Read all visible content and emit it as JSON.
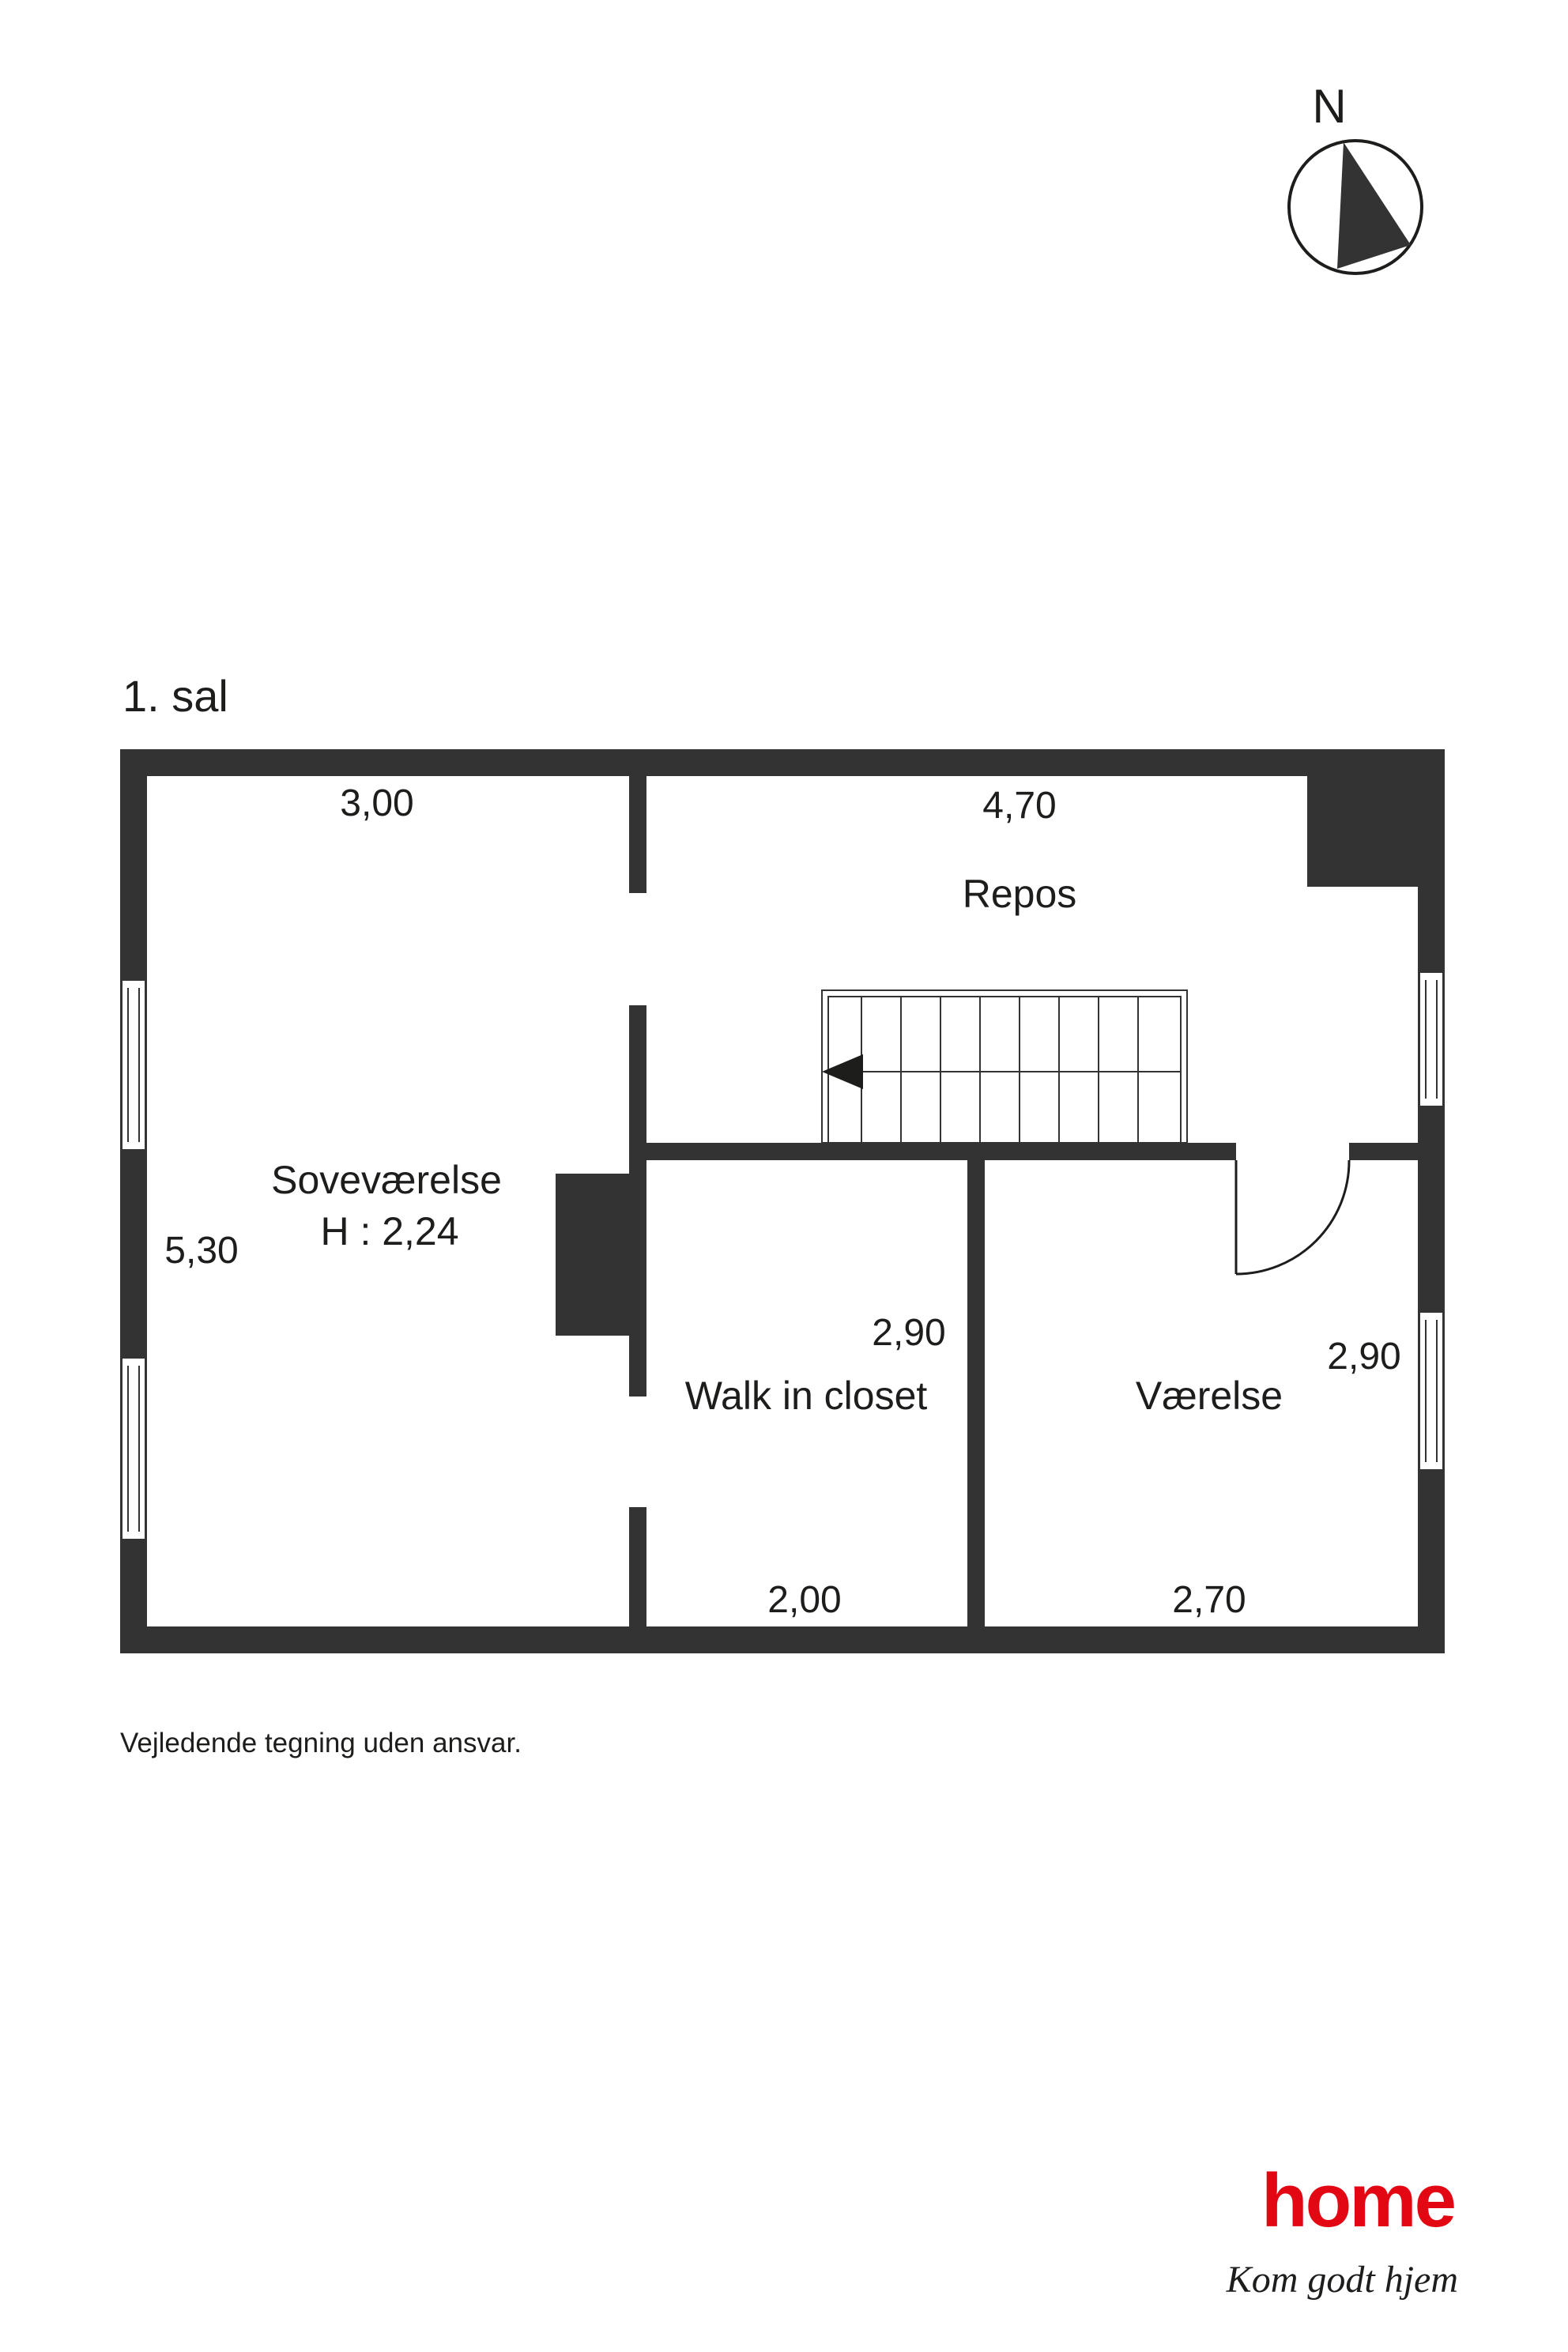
{
  "compass": {
    "label": "N"
  },
  "floor": {
    "title": "1. sal"
  },
  "rooms": {
    "sovevaerelse": {
      "name": "Soveværelse",
      "height": "H : 2,24",
      "width": "3,00",
      "length": "5,30"
    },
    "repos": {
      "name": "Repos",
      "width": "4,70"
    },
    "walk_in_closet": {
      "name": "Walk in closet",
      "width": "2,00",
      "length": "2,90"
    },
    "vaerelse": {
      "name": "Værelse",
      "width": "2,70",
      "length": "2,90"
    }
  },
  "disclaimer": "Vejledende tegning uden ansvar.",
  "brand": {
    "name": "home",
    "tagline": "Kom godt hjem",
    "color": "#e30613"
  },
  "colors": {
    "wall": "#333333",
    "line": "#1d1d1b"
  }
}
